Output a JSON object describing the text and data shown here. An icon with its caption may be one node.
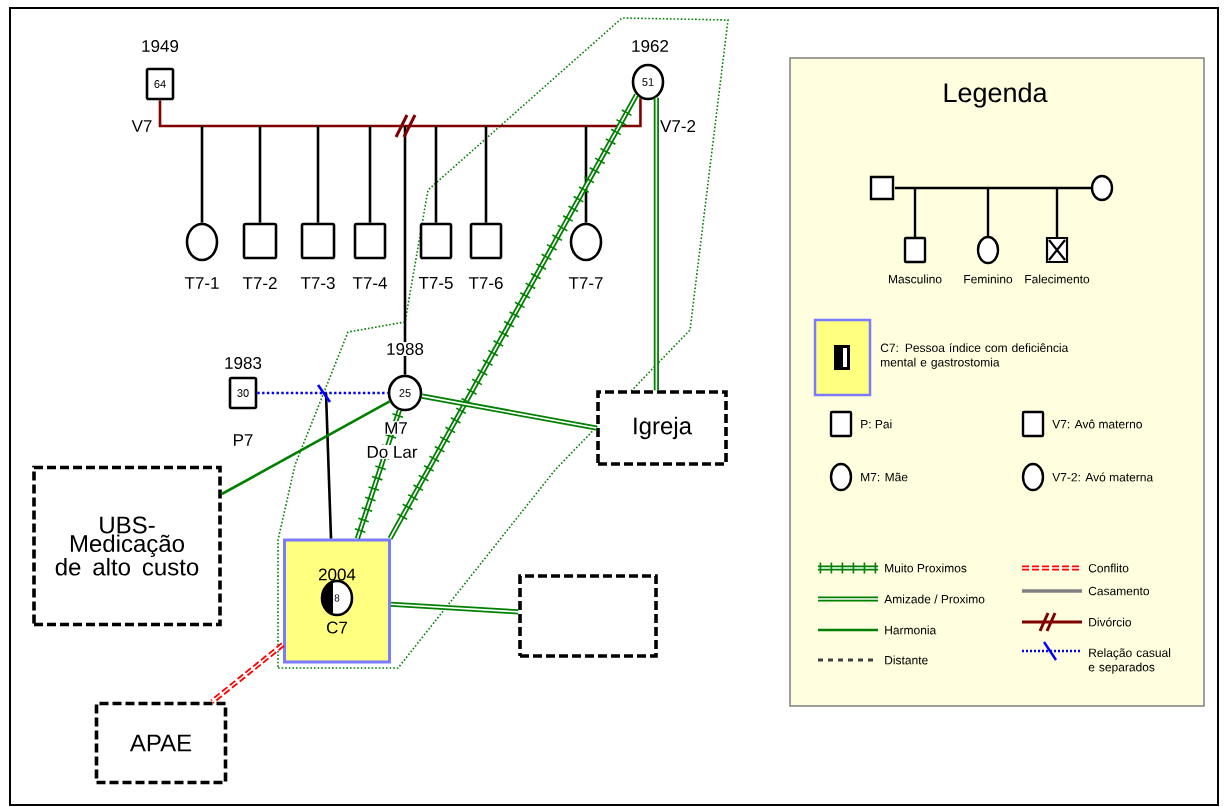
{
  "diagram": {
    "nodes": [
      {
        "text": [
          "64"
        ],
        "beside": [
          "1949",
          "V7"
        ]
      },
      {
        "text": [
          "51"
        ],
        "beside": [
          "1962",
          "V7-2"
        ]
      },
      {
        "text": [],
        "shape": "circle",
        "beside": [
          "T7-1"
        ]
      },
      {
        "text": [],
        "shape": "box",
        "beside": [
          "T7-2"
        ]
      },
      {
        "text": [],
        "shape": "box",
        "beside": [
          "T7-3"
        ]
      },
      {
        "text": [],
        "shape": "box",
        "beside": [
          "T7-4"
        ]
      },
      {
        "text": [],
        "shape": "box",
        "beside": [
          "T7-5"
        ]
      },
      {
        "text": [],
        "shape": "box",
        "beside": [
          "T7-6"
        ]
      },
      {
        "text": [],
        "shape": "circle",
        "beside": [
          "T7-7"
        ]
      },
      {
        "text": [
          "25"
        ],
        "beside": [
          "1988",
          "M7",
          "Do Lar"
        ]
      },
      {
        "text": [
          "30"
        ],
        "beside": [
          "1983",
          "P7"
        ]
      },
      {
        "text": [
          "2004",
          "C7"
        ]
      },
      {
        "text": [
          "8"
        ],
        "in": 11
      },
      {
        "text": [
          "Igreja"
        ]
      },
      {
        "text": [
          "UBS- Medicação de alto custo"
        ]
      },
      {
        "text": [],
        "shape": "box"
      },
      {
        "text": [
          "APAE"
        ]
      }
    ],
    "edges": [
      {
        "from": 0,
        "to": 1,
        "arrow": "none",
        "color": "#800000"
      },
      {
        "from": null,
        "to": 2,
        "arrow": "none"
      },
      {
        "from": null,
        "to": 3,
        "arrow": "none"
      },
      {
        "from": null,
        "to": 4,
        "arrow": "none"
      },
      {
        "from": null,
        "to": 5,
        "arrow": "none"
      },
      {
        "from": null,
        "to": 6,
        "arrow": "none"
      },
      {
        "from": null,
        "to": 7,
        "arrow": "none"
      },
      {
        "from": null,
        "to": 8,
        "arrow": "none"
      },
      {
        "from": null,
        "to": 9,
        "arrow": "none"
      },
      {
        "from": 10,
        "to": 9,
        "arrow": "none",
        "style": "dashed",
        "color": "#0000ff"
      },
      {
        "from": null,
        "to": 11,
        "arrow": "none"
      },
      {
        "from": 1,
        "to": 11,
        "arrow": "none",
        "style": "thick",
        "color": "#008000"
      },
      {
        "from": 9,
        "to": 11,
        "arrow": "none",
        "style": "thick",
        "color": "#008000"
      },
      {
        "from": 9,
        "to": 13,
        "arrow": "none",
        "style": "thick",
        "color": "#008000"
      },
      {
        "from": 1,
        "to": 13,
        "arrow": "none",
        "style": "thick",
        "color": "#008000"
      },
      {
        "from": 9,
        "to": 14,
        "arrow": "none",
        "color": "#008000"
      },
      {
        "from": 11,
        "to": 15,
        "arrow": "none",
        "style": "thick",
        "color": "#008000"
      },
      {
        "from": 11,
        "to": 16,
        "arrow": "none",
        "style": "dashed",
        "color": "#ff0000"
      }
    ],
    "labels": [
      "Legenda"
    ],
    "legend": [
      {
        "text": "Masculino"
      },
      {
        "text": "Feminino"
      },
      {
        "text": "Falecimento"
      },
      {
        "text": "C7: Pessoa índice com deficiência mental e gastrostomia"
      },
      {
        "text": "P: Pai"
      },
      {
        "text": "V7: Avô materno"
      },
      {
        "text": "M7: Mãe"
      },
      {
        "text": "V7-2: Avó materna"
      },
      {
        "text": "Muito Proximos"
      },
      {
        "text": "Amizade / Proximo"
      },
      {
        "text": "Harmonia"
      },
      {
        "text": "Distante"
      },
      {
        "text": "Conflito"
      },
      {
        "text": "Casamento"
      },
      {
        "text": "Divórcio"
      },
      {
        "text": "Relação casual e separados"
      }
    ]
  }
}
